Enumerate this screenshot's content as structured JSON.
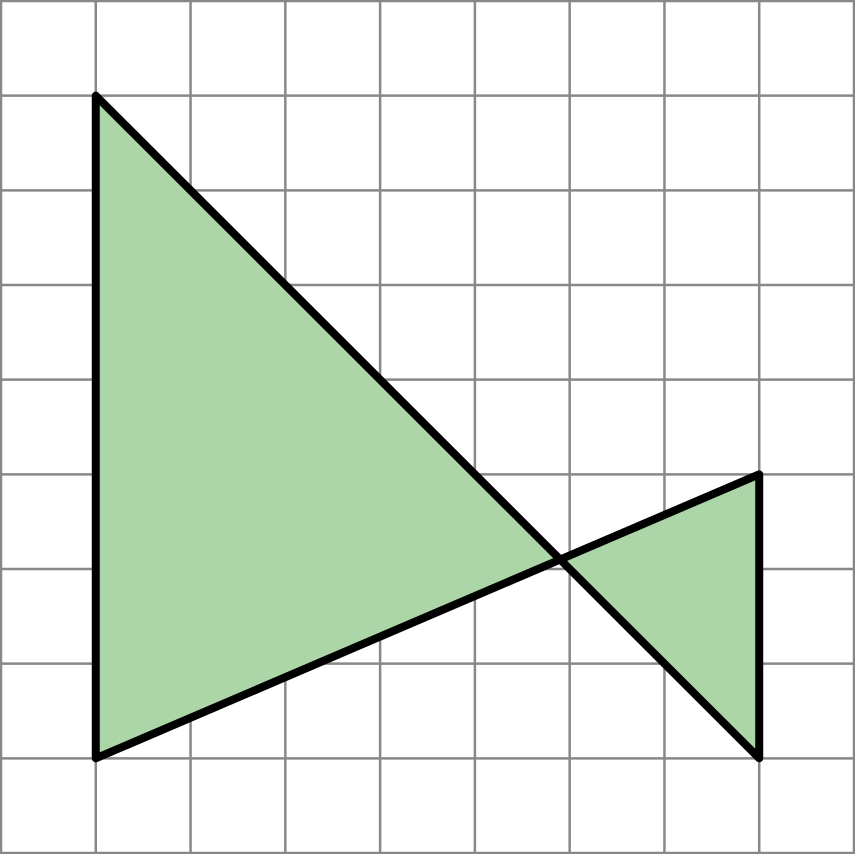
{
  "grid": {
    "columns": 9,
    "rows": 9,
    "line_color": "#888888"
  },
  "shape": {
    "type": "parallelogram",
    "fill_color": "#acd6a7",
    "stroke_color": "#000000",
    "vertices": [
      [
        1,
        8
      ],
      [
        8,
        1
      ],
      [
        8,
        4
      ],
      [
        1,
        1
      ]
    ]
  }
}
